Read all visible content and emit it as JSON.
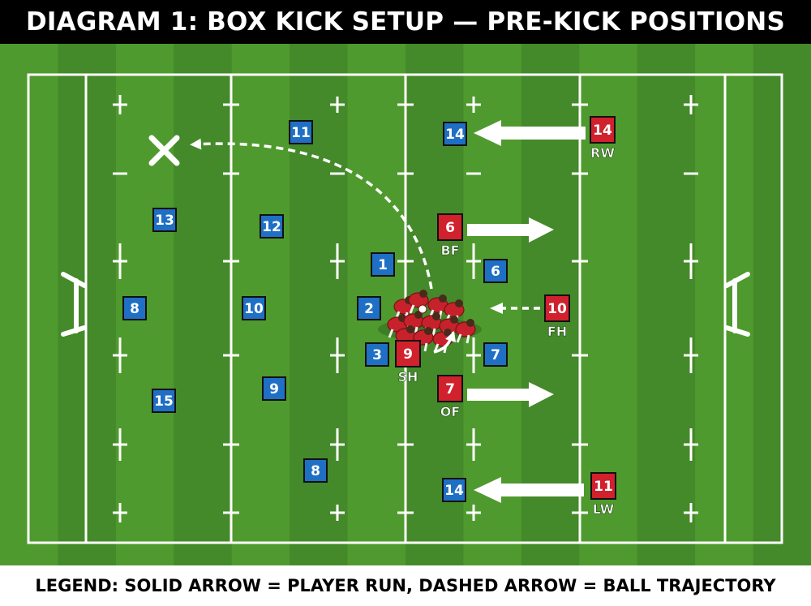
{
  "title": "DIAGRAM 1: BOX KICK SETUP — PRE-KICK POSITIONS",
  "legend": "LEGEND: SOLID ARROW = PLAYER RUN, DASHED ARROW = BALL TRAJECTORY",
  "colors": {
    "grass_light": "#4f9a2e",
    "grass_dark": "#44892a",
    "blue_team": "#1f6fc4",
    "red_team": "#d0212d",
    "lines": "#ffffff"
  },
  "icons": {
    "target": "x-mark-icon",
    "scrum": "scrum-pack-icon",
    "goal_posts": "goal-posts-icon"
  },
  "blue_players": [
    {
      "id": "blue-11",
      "number": "11"
    },
    {
      "id": "blue-14-top",
      "number": "14"
    },
    {
      "id": "blue-13",
      "number": "13"
    },
    {
      "id": "blue-12",
      "number": "12"
    },
    {
      "id": "blue-1",
      "number": "1"
    },
    {
      "id": "blue-6",
      "number": "6"
    },
    {
      "id": "blue-8-left",
      "number": "8"
    },
    {
      "id": "blue-10",
      "number": "10"
    },
    {
      "id": "blue-2",
      "number": "2"
    },
    {
      "id": "blue-3",
      "number": "3"
    },
    {
      "id": "blue-7",
      "number": "7"
    },
    {
      "id": "blue-15",
      "number": "15"
    },
    {
      "id": "blue-9",
      "number": "9"
    },
    {
      "id": "blue-8-bottom",
      "number": "8"
    },
    {
      "id": "blue-14-bottom",
      "number": "14"
    }
  ],
  "red_players": [
    {
      "id": "red-14",
      "number": "14",
      "label": "RW"
    },
    {
      "id": "red-6",
      "number": "6",
      "label": "BF"
    },
    {
      "id": "red-10",
      "number": "10",
      "label": "FH"
    },
    {
      "id": "red-9",
      "number": "9",
      "label": "SH"
    },
    {
      "id": "red-7",
      "number": "7",
      "label": "OF"
    },
    {
      "id": "red-11",
      "number": "11",
      "label": "LW"
    }
  ],
  "runs": [
    {
      "id": "run-rw",
      "kind": "solid"
    },
    {
      "id": "run-bf",
      "kind": "solid"
    },
    {
      "id": "run-of",
      "kind": "solid"
    },
    {
      "id": "run-lw",
      "kind": "solid"
    },
    {
      "id": "run-fh",
      "kind": "dashed"
    },
    {
      "id": "ball-trajectory",
      "kind": "dashed"
    }
  ]
}
